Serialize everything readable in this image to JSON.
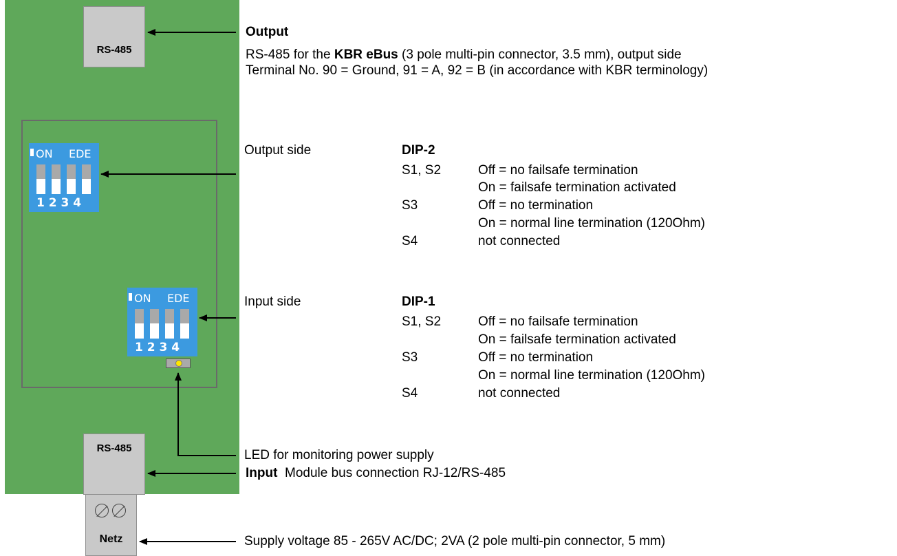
{
  "connectors": {
    "top_label": "RS-485",
    "bottom_label": "RS-485",
    "terminal_label": "Netz"
  },
  "dip_switches": {
    "on_label": "ON",
    "brand_label": "EDE",
    "numbers": "1 2 3 4"
  },
  "output": {
    "heading": "Output",
    "line1_prefix": "RS-485 for the ",
    "line1_bold": "KBR eBus",
    "line1_suffix": " (3 pole multi-pin connector, 3.5 mm), output side",
    "line2": "Terminal No. 90 = Ground, 91 = A, 92 = B (in accordance with KBR terminology)"
  },
  "dip2": {
    "side_label": "Output side",
    "title": "DIP-2",
    "rows": [
      {
        "switch": "S1, S2",
        "desc": "Off = no failsafe termination"
      },
      {
        "switch": "",
        "desc": "On = failsafe termination activated"
      },
      {
        "switch": "S3",
        "desc": "Off = no termination"
      },
      {
        "switch": "",
        "desc": "On = normal line termination (120Ohm)"
      },
      {
        "switch": "S4",
        "desc": "not connected"
      }
    ]
  },
  "dip1": {
    "side_label": "Input side",
    "title": "DIP-1",
    "rows": [
      {
        "switch": "S1, S2",
        "desc": "Off = no failsafe termination"
      },
      {
        "switch": "",
        "desc": "On = failsafe termination activated"
      },
      {
        "switch": "S3",
        "desc": "Off = no termination"
      },
      {
        "switch": "",
        "desc": "On = normal line termination (120Ohm)"
      },
      {
        "switch": "S4",
        "desc": "not connected"
      }
    ]
  },
  "led": {
    "label": "LED for monitoring power supply"
  },
  "input": {
    "heading": "Input",
    "desc": "Module bus connection RJ-12/RS-485"
  },
  "supply": {
    "desc": "Supply voltage 85 - 265V AC/DC; 2VA (2 pole multi-pin connector, 5 mm)"
  },
  "colors": {
    "board": "#5fa85a",
    "dip": "#3c9ae0",
    "connector": "#c9c9c9",
    "led": "#ffe600"
  }
}
